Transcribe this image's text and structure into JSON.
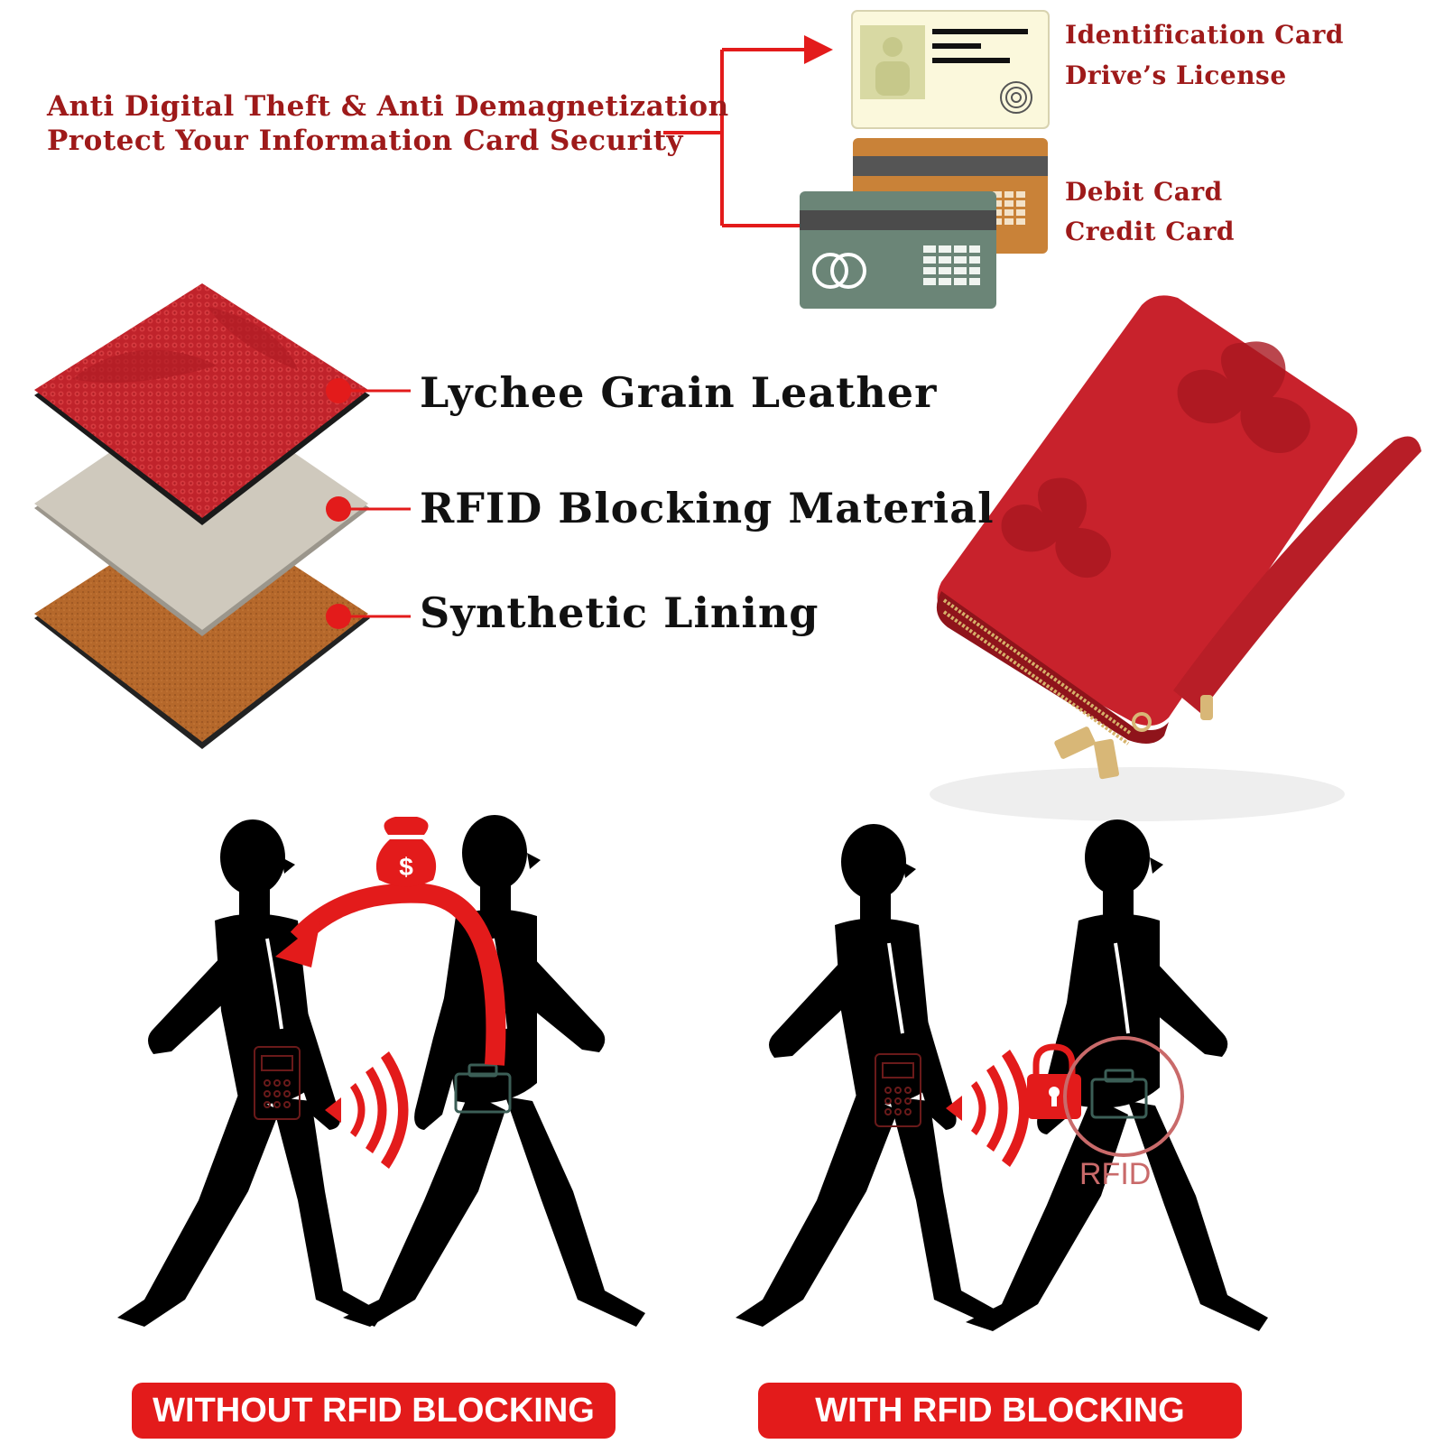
{
  "protection": {
    "line1": "Anti Digital Theft & Anti Demagnetization",
    "line2": "Protect Your Information Card Security"
  },
  "cards": {
    "id_label_1": "Identification Card",
    "id_label_2": "Drive’s License",
    "bank_label_1": "Debit Card",
    "bank_label_2": "Credit Card"
  },
  "layers": [
    {
      "label": "Lychee Grain Leather"
    },
    {
      "label": "RFID Blocking Material"
    },
    {
      "label": "Synthetic Lining"
    }
  ],
  "scenes": {
    "without_label": "WITHOUT RFID BLOCKING",
    "with_label": "WITH RFID BLOCKING",
    "rfid_mark": "RFID"
  },
  "colors": {
    "accent_red": "#e31b1b",
    "heading_red": "#9e1a1a",
    "leather_red": "#c0232b",
    "rfid_grey": "#cfc9bd",
    "lining_brown": "#b5682b"
  },
  "icons": [
    "money-bag-icon",
    "card-reader-icon",
    "wallet-icon",
    "padlock-icon",
    "signal-waves-icon"
  ]
}
